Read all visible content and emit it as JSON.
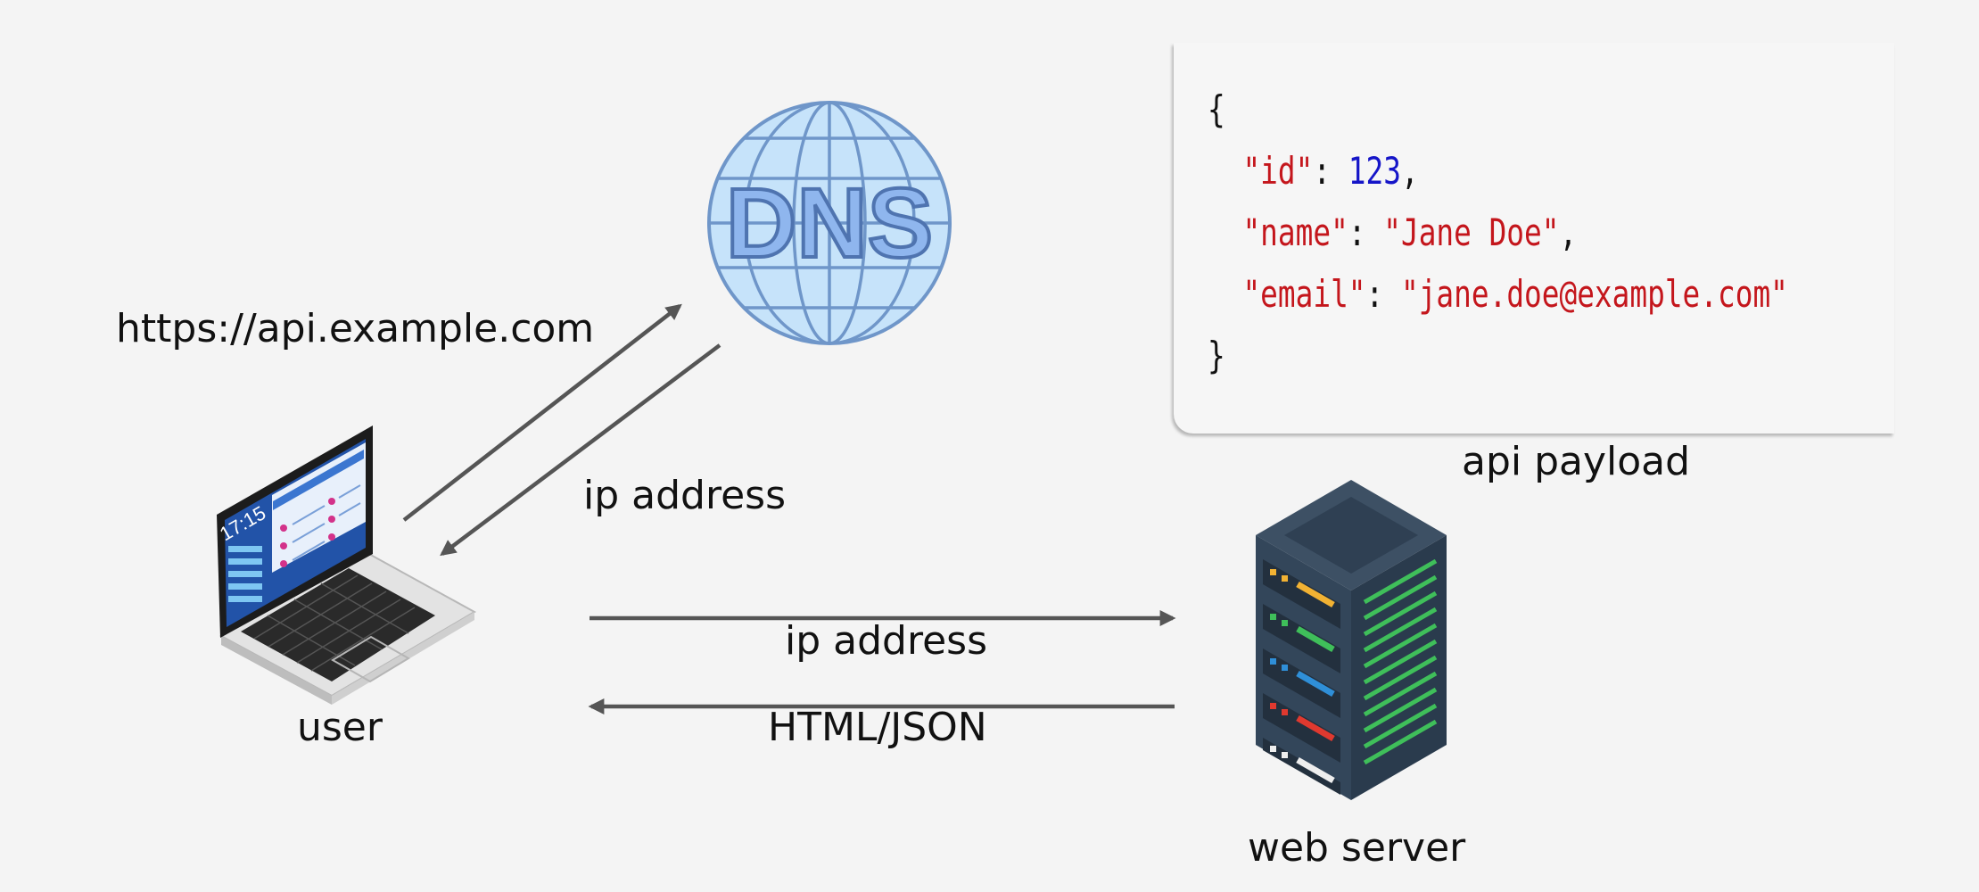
{
  "diagram": {
    "url_label": "https://api.example.com",
    "dns_label": "DNS",
    "dns_response_label": "ip address",
    "request_label": "ip address",
    "response_label": "HTML/JSON",
    "user_label": "user",
    "server_label": "web server",
    "payload_caption": "api payload",
    "laptop_time": "17:15"
  },
  "payload": {
    "open_brace": "{",
    "close_brace": "}",
    "fields": [
      {
        "key": "\"id\"",
        "value": "123",
        "value_type": "number",
        "trailing": ","
      },
      {
        "key": "\"name\"",
        "value": "\"Jane Doe\"",
        "value_type": "string",
        "trailing": ","
      },
      {
        "key": "\"email\"",
        "value": "\"jane.doe@example.com\"",
        "value_type": "string",
        "trailing": ""
      }
    ]
  },
  "colors": {
    "background": "#f4f4f4",
    "arrow": "#555555",
    "json_key": "#c4161c",
    "json_number": "#1515c8",
    "globe_fill": "#c6e3fa",
    "globe_stroke": "#6f96c9",
    "server_body": "#36485b"
  }
}
